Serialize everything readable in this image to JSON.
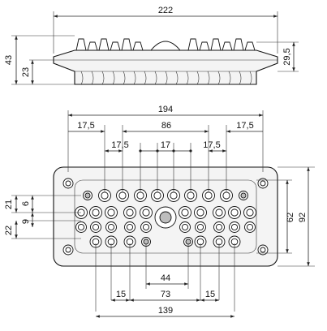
{
  "dimensions": {
    "side_width": "222",
    "side_total_height": "43",
    "side_base_height": "23",
    "side_right_height": "29,5",
    "front_width": "194",
    "front_margin_left": "17,5",
    "front_margin_right": "17,5",
    "front_pitch_86": "86",
    "front_pitch_left": "17,5",
    "front_pitch_mid": "17",
    "front_pitch_right": "17,5",
    "left_21": "21",
    "left_6": "6",
    "left_9": "9",
    "left_22": "22",
    "right_92": "92",
    "right_62": "62",
    "bottom_44": "44",
    "bottom_15_left": "15",
    "bottom_73": "73",
    "bottom_15_right": "15",
    "bottom_139": "139"
  }
}
